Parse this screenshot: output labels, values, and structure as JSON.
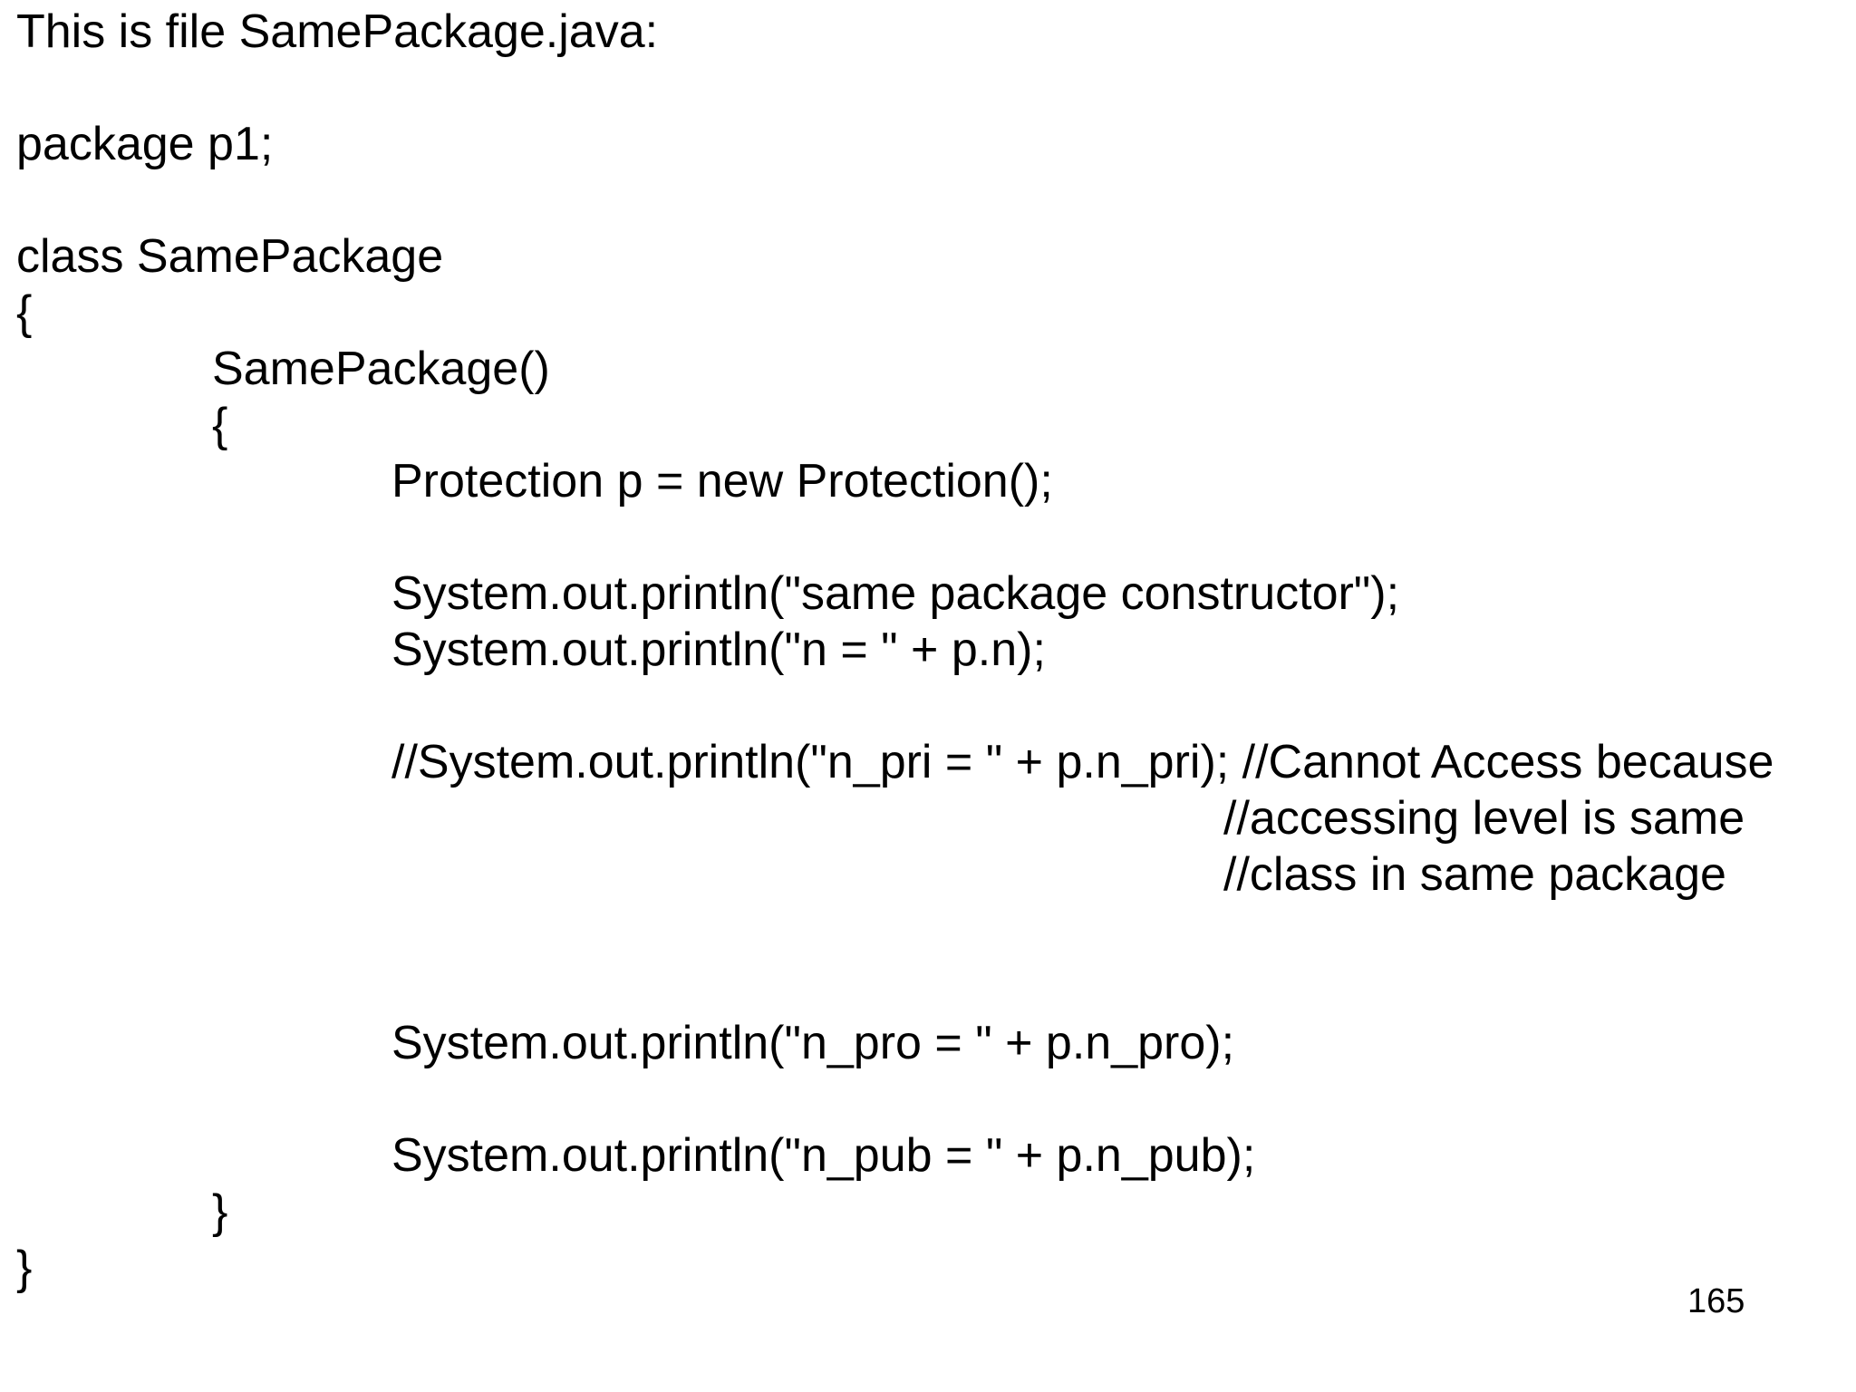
{
  "page": {
    "background_color": "#ffffff",
    "text_color": "#000000",
    "page_number": "165"
  },
  "code": {
    "language": "java",
    "file_reference": "SamePackage.java",
    "lines": [
      {
        "text": "This is file SamePackage.java:",
        "indent": 0
      },
      {
        "text": "",
        "indent": 0
      },
      {
        "text": "package p1;",
        "indent": 0
      },
      {
        "text": "",
        "indent": 0
      },
      {
        "text": "class SamePackage",
        "indent": 0
      },
      {
        "text": "{",
        "indent": 0
      },
      {
        "text": "SamePackage()",
        "indent": 1
      },
      {
        "text": "{",
        "indent": 1
      },
      {
        "text": "Protection p = new Protection();",
        "indent": 2
      },
      {
        "text": "",
        "indent": 0
      },
      {
        "text": "System.out.println(\"same package constructor\");",
        "indent": 2
      },
      {
        "text": "System.out.println(\"n = \" + p.n);",
        "indent": 2
      },
      {
        "text": "",
        "indent": 0
      },
      {
        "text": "//System.out.println(\"n_pri = \" + p.n_pri); //Cannot Access because",
        "indent": 2
      },
      {
        "text": "//accessing level is same",
        "indent": 3
      },
      {
        "text": "//class in same package",
        "indent": 3
      },
      {
        "text": "",
        "indent": 0
      },
      {
        "text": "",
        "indent": 0
      },
      {
        "text": "System.out.println(\"n_pro = \" + p.n_pro);",
        "indent": 2
      },
      {
        "text": "",
        "indent": 0
      },
      {
        "text": "System.out.println(\"n_pub = \" + p.n_pub);",
        "indent": 2
      },
      {
        "text": "}",
        "indent": 1
      },
      {
        "text": "}",
        "indent": 0
      }
    ]
  }
}
